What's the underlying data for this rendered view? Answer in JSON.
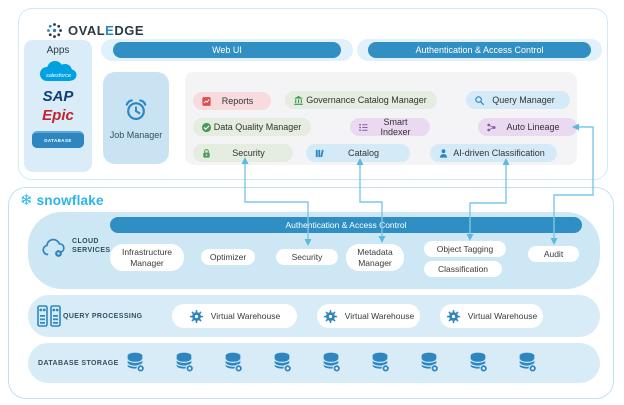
{
  "ovaledge": {
    "logo": {
      "part1": "OVAL",
      "part2": "E",
      "part3": "DGE"
    },
    "apps": {
      "title": "Apps",
      "salesforce_label": "salesforce",
      "sap_label": "SAP",
      "epic_label": "Epic",
      "database_label": "DATABASE"
    },
    "web_ui_label": "Web UI",
    "auth_label": "Authentication & Access Control",
    "job_manager_label": "Job Manager",
    "modules": [
      {
        "label": "Reports",
        "icon": "report-icon",
        "scheme": "pink"
      },
      {
        "label": "Governance Catalog Manager",
        "icon": "governance-icon",
        "scheme": "green"
      },
      {
        "label": "Query Manager",
        "icon": "search-icon",
        "scheme": "blue"
      },
      {
        "label": "Data Quality Manager",
        "icon": "check-icon",
        "scheme": "green"
      },
      {
        "label": "Smart Indexer",
        "icon": "list-icon",
        "scheme": "purple"
      },
      {
        "label": "Auto Lineage",
        "icon": "lineage-icon",
        "scheme": "purple"
      },
      {
        "label": "Security",
        "icon": "lock-icon",
        "scheme": "green"
      },
      {
        "label": "Catalog",
        "icon": "catalog-icon",
        "scheme": "blue"
      },
      {
        "label": "AI-driven Classification",
        "icon": "ai-icon",
        "scheme": "blue"
      }
    ]
  },
  "snowflake": {
    "logo_text": "snowflake",
    "auth_label": "Authentication & Access Control",
    "cloud_services": {
      "label": "CLOUD SERVICES",
      "pills": [
        "Infrastructure Manager",
        "Optimizer",
        "Security",
        "Metadata Manager",
        "Object Tagging",
        "Classification",
        "Audit"
      ]
    },
    "query_processing": {
      "label": "QUERY PROCESSING",
      "warehouses": [
        "Virtual Warehouse",
        "Virtual Warehouse",
        "Virtual Warehouse"
      ]
    },
    "database_storage": {
      "label": "DATABASE STORAGE",
      "db_count": 9
    }
  },
  "connections": [
    {
      "from": "Security (OvalEdge)",
      "to": "Security (Snowflake)"
    },
    {
      "from": "Catalog",
      "to": "Metadata Manager"
    },
    {
      "from": "AI-driven Classification",
      "to": "Object Tagging"
    },
    {
      "from": "Auto Lineage",
      "to": "Audit"
    }
  ],
  "colors": {
    "bar_blue": "#318fc3",
    "strip_blue": "#e0f1fb",
    "band_blue": "#cee7f4",
    "chip_pink": "#f8dbde",
    "chip_green": "#e4eddf",
    "chip_blue": "#d4ebf7",
    "chip_purple": "#ead9f0",
    "arrow_blue": "#7cc7e8",
    "snowflake_blue": "#29b5e8",
    "icon_blue": "#2e86c1",
    "icon_green": "#4a9b57",
    "icon_red": "#d94f4f",
    "icon_purple": "#8b5fa8"
  }
}
